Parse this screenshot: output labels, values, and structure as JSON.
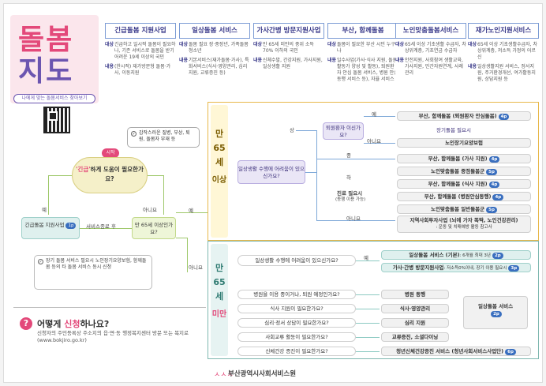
{
  "logo": {
    "line1": "돌봄",
    "line2": "지도",
    "subtitle": "나에게 맞는 돌봄서비스 찾아보기"
  },
  "services": [
    {
      "title": "긴급돌봄 지원사업",
      "target_key": "대상",
      "target": "긴급하고 일시적 돌봄이 필요하나, 기존 서비스로 돌봄을 받기 어려운 19세 이상의 국민",
      "content_key": "내용",
      "content": "(한시적) 재가방문형 돌봄·가사, 이동지원"
    },
    {
      "title": "일상돌봄 서비스",
      "target_key": "대상",
      "target": "돌봄 필요 장·중장년, 가족돌봄 청소년",
      "content_key": "내용",
      "content": "기본서비스(재가돌봄·가사), 특화서비스(식사·영양관리, 심리지원, 교류증진 등)"
    },
    {
      "title": "가사간병 방문지원사업",
      "target_key": "대상",
      "target": "만 65세 미만의 중위 소득 70% 이하의 국민",
      "content_key": "내용",
      "content": "신체수발, 간강지원, 가사지원, 일상생활 지원"
    },
    {
      "title": "부산, 함께돌봄",
      "target_key": "대상",
      "target": "돌봄이 필요한 부산 시민 누구나",
      "content_key": "내용",
      "content": "일수사업(가사·식사 지원, 돌봄활동가 양성 및 활동), 퇴원환자 안심 돌봄 서비스, 병원 안심 동행 서비스 등), 자율 서비스"
    },
    {
      "title": "노인맞춤돌봄서비스",
      "target_key": "대상",
      "target": "65세 이상 기초생활 수급자, 차상위계층, 기초연금 수급자",
      "content_key": "내용",
      "content": "안전지원, 사회참여 생활교육, 가사지원, 민간자원연계, 사례관리"
    },
    {
      "title": "재가노인지원서비스",
      "target_key": "대상",
      "target": "65세 이상 기초생활수급자, 차상위계층, 저소득 가정의 어르신",
      "content_key": "내용",
      "content": "일상생활지원 서비스, 정서지원, 주거환경개선, 여가활동지원, 상담지원 등"
    }
  ],
  "left": {
    "bubble": "갑작스러운 질병, 부상, 퇴원, 돌봄자 부재 등",
    "start": "시작",
    "question_pre": "'긴급'",
    "question_post": "하게 도움이 필요한가요?",
    "yes": "예",
    "no": "아니요",
    "emergency_box": "긴급돌봄 지원사업",
    "emergency_tag": "1p",
    "end_label": "서비스종료 후",
    "age_question": "만 65세 이상인가요?",
    "note": "장기 돌봄 서비스 필요시 노인장기요양보험, 함께돌봄 등의 타 돌봄 서비스 동시 신청",
    "arrow_yes": "예",
    "arrow_no": "아니요"
  },
  "upper": {
    "side": [
      "만",
      "65",
      "세",
      "이상"
    ],
    "main_question": "일상생활 수행에 어려움이 있으신가요?",
    "high": "상",
    "mid": "중",
    "low": "하",
    "discharge_question": "퇴원환자 이신가요?",
    "yes": "예",
    "no": "아니요",
    "r1": "부산, 함께돌봄 (퇴원환자 안심돌봄)",
    "r1_tag": "4p",
    "longterm_q": "장기돌봄 필요시",
    "r2": "노인장기요양보험",
    "r3": "부산, 함께돌봄 (가사 지원)",
    "r3_tag": "4p",
    "r4": "노인맞춤돌봄 중점돌봄군",
    "r4_tag": "5p",
    "r5": "부산, 함께돌봄 (식사 지원)",
    "r5_tag": "4p",
    "clinic_q": "진료 필요시",
    "clinic_sub": "(동행 이용 가능)",
    "r6": "부산, 함께돌봄 (병원안심동행)",
    "r6_tag": "4p",
    "r7": "노인맞춤돌봄 일반돌봄군",
    "r7_tag": "5p",
    "r8": "지역사회투자사업 (뇌에 가자 똑딱, 노인건강관리)",
    "r8_sub": ": 운동 및 치매예방 활동 참고사",
    "no2": "아니요"
  },
  "lower": {
    "side": [
      "만",
      "65",
      "세",
      "미만"
    ],
    "main_question": "일상생활 수행에 어려움이 있으신가요?",
    "yes": "예",
    "r1": "일상돌봄 서비스 (기본)",
    "r1_sub": ": 6개월 최대 3년",
    "r1_tag": "2p",
    "r2": "가사·간병 방문지원사업",
    "r2_sub": ": 저소득0%이내, 장기 이용 필요시",
    "r2_tag": "3p",
    "q1": "병원을 이용 중이거나, 퇴원 예정인가요?",
    "q2": "식사 지원이 필요한가요?",
    "q3": "심리·정서 상담이 필요한가요?",
    "q4": "사회교류 활동이 필요한가요?",
    "q5": "신체건강 증진이 필요한가요?",
    "a1": "병원 동행",
    "a2": "식사·영양관리",
    "a3": "심리 지원",
    "a4": "교류증진, 소셜다이닝",
    "a5": "청년신체건강증진 서비스 (청년사회서비스사업단)",
    "a5_tag": "6p",
    "group": "일상돌봄 서비스",
    "group_tag": "2p"
  },
  "howto": {
    "title_pre": "어떻게 ",
    "title_hl": "신청",
    "title_post": "하나요?",
    "desc": "신청자의 주민등록상 주소지의 읍·면·동 행정복지센터 방문 또는 복지로(www.bokjiro.go.kr)"
  },
  "footer": {
    "org": "부산광역시사회서비스원",
    "logo": "ㅅㅅㅅ"
  }
}
